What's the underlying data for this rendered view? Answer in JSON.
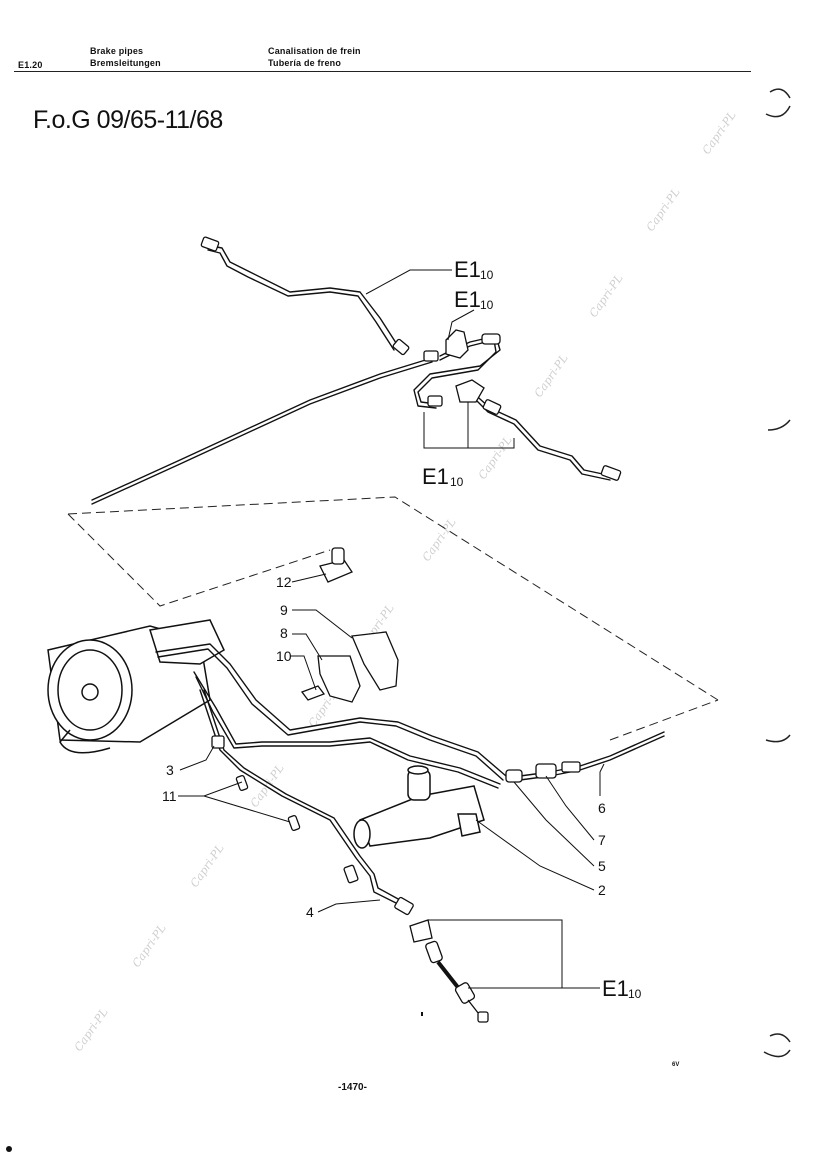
{
  "header": {
    "section_code": "E1.20",
    "title_en": "Brake pipes",
    "title_de": "Bremsleitungen",
    "title_fr": "Canalisation de frein",
    "title_es": "Tubería de freno"
  },
  "diagram_title": "F.o.G 09/65-11/68",
  "part_refs": [
    {
      "main": "E1",
      "sub": "10"
    },
    {
      "main": "E1",
      "sub": "10"
    },
    {
      "main": "E1",
      "sub": "10"
    },
    {
      "main": "E1",
      "sub": "10"
    }
  ],
  "callouts": [
    "12",
    "9",
    "8",
    "10",
    "3",
    "11",
    "4",
    "6",
    "7",
    "5",
    "2"
  ],
  "watermark": "Capri-PL",
  "page_number": "-1470-",
  "corner_mark": "6V"
}
